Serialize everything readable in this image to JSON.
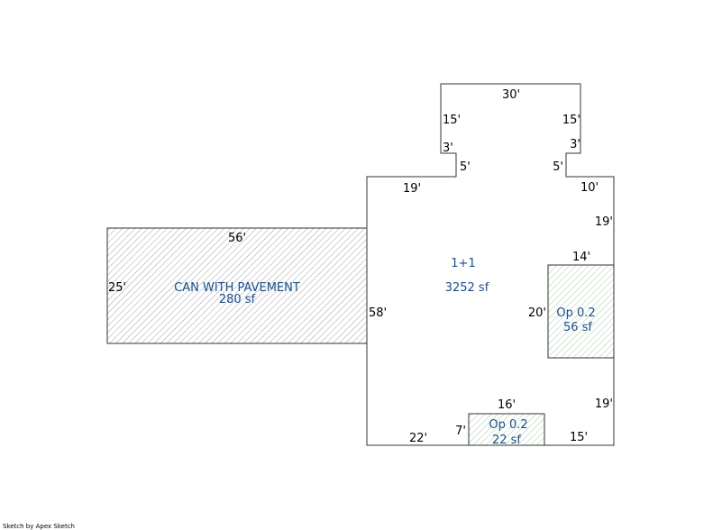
{
  "areas": {
    "main": {
      "name": "1+1",
      "area": "3252 sf"
    },
    "can": {
      "name": "CAN WITH PAVEMENT",
      "area": "280 sf"
    },
    "op_right": {
      "name": "Op 0.2",
      "area": "56 sf"
    },
    "op_bottom": {
      "name": "Op 0.2",
      "area": "22 sf"
    }
  },
  "dimensions": {
    "top_width": "30'",
    "top_left_side": "15'",
    "top_right_side": "15'",
    "notch_left_vertical": "3'",
    "notch_right_vertical": "3'",
    "notch_left_horizontal": "5'",
    "notch_right_horizontal": "5'",
    "upper_left_horizontal": "19'",
    "upper_right_horizontal": "10'",
    "right_upper_vertical": "19'",
    "right_lower_vertical": "19'",
    "main_left_vertical": "58'",
    "bottom_left_horizontal": "22'",
    "bottom_right_horizontal": "15'",
    "can_width": "56'",
    "can_height": "25'",
    "op_right_width": "14'",
    "op_right_height": "20'",
    "op_bottom_width": "16'",
    "op_bottom_height": "7'"
  },
  "colors": {
    "line": "#333333",
    "label_text": "#1a4f8f",
    "can_hatch": "#7a7a7a",
    "op_hatch": "#7ab87a"
  },
  "footer": {
    "credit": "Sketch by Apex Sketch"
  }
}
